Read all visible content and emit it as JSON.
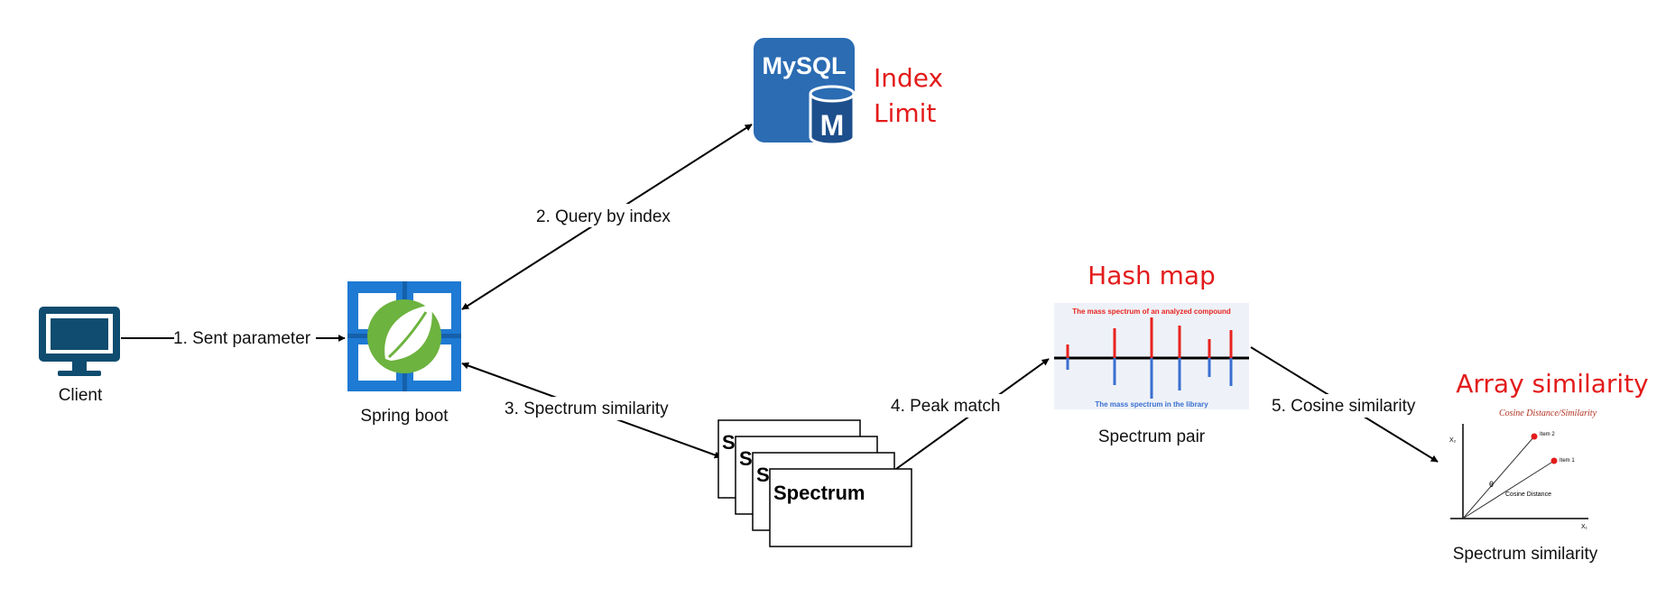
{
  "colors": {
    "annotation_red": "#e31b1b",
    "azure_blue": "#1e7ad3",
    "spring_green": "#6db33f",
    "mysql_blue": "#2b6cb3",
    "monitor_navy": "#0f4c6f",
    "spike_red": "#e8231f",
    "spike_blue": "#3a6fd1"
  },
  "nodes": {
    "client": {
      "label": "Client",
      "icon": "monitor-icon"
    },
    "spring": {
      "label": "Spring boot",
      "icon": "spring-boot-icon"
    },
    "mysql": {
      "icon_text": "MySQL",
      "icon_letter": "M",
      "icon": "mysql-database-icon"
    },
    "spectrum_stack": {
      "card_letter": "S",
      "card_label": "Spectrum"
    },
    "spectrum_pair": {
      "label": "Spectrum pair",
      "title": "Hash map",
      "chart_top_caption": "The mass spectrum of an analyzed compound",
      "chart_bottom_caption": "The mass spectrum in the library"
    },
    "similarity": {
      "label": "Spectrum similarity",
      "title": "Array similarity",
      "chart_title": "Cosine Distance/Similarity",
      "axis_y": "X₂",
      "axis_x": "X₁",
      "item1": "Item 1",
      "item2": "Item 2",
      "theta": "θ",
      "distance": "Cosine Distance"
    }
  },
  "annotations": {
    "index": "Index",
    "limit": "Limit"
  },
  "edges": {
    "e1": "1. Sent parameter",
    "e2": "2. Query by index",
    "e3": "3. Spectrum similarity",
    "e4": "4. Peak match",
    "e5": "5. Cosine similarity"
  }
}
